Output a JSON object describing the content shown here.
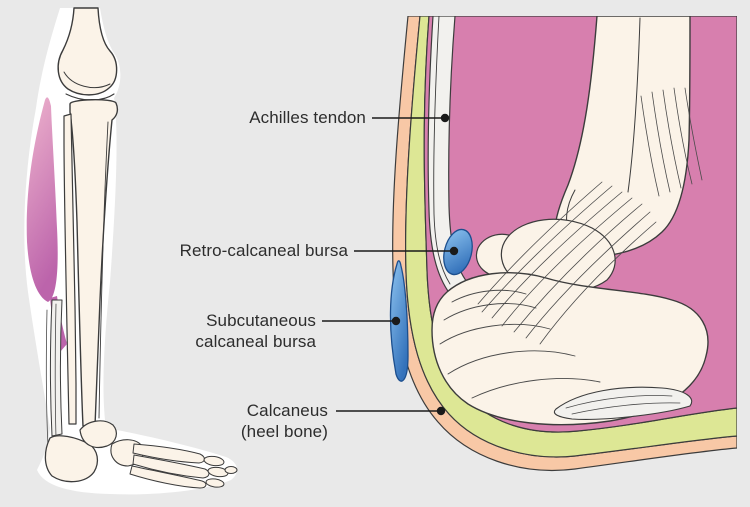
{
  "figure": {
    "type": "medical-anatomy-diagram",
    "subject": "heel-and-ankle-bursae"
  },
  "labels": {
    "achilles": "Achilles tendon",
    "retro": "Retro-calcaneal bursa",
    "subcutaneous_line1": "Subcutaneous",
    "subcutaneous_line2": "calcaneal bursa",
    "calcaneus_line1": "Calcaneus",
    "calcaneus_line2": "(heel bone)"
  },
  "colors": {
    "background": "#e9e9e9",
    "silhouette_white": "#ffffff",
    "bone_cream": "#fbf3e8",
    "outline_dark": "#3c3c3c",
    "muscle_pink_light": "#eeb3cd",
    "muscle_magenta_dark": "#bc64ab",
    "soft_tissue_pink": "#d77fae",
    "skin_peach": "#f8c8a6",
    "fat_pad_green": "#dde795",
    "tendon_white": "#f2f1ee",
    "bursa_blue_light": "#8ec4f0",
    "bursa_blue_dark": "#3472bb",
    "bursa_outline": "#1c4f8e",
    "label_text": "#2d2d2d",
    "leader_line": "#1a1a1a"
  }
}
